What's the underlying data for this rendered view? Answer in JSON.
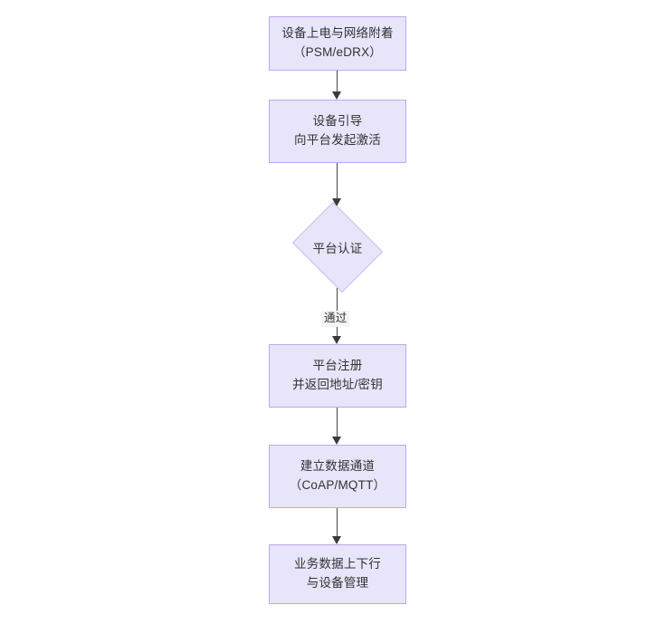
{
  "diagram": {
    "type": "flowchart",
    "orientation": "top-to-bottom",
    "theme": {
      "node_fill": "#e8e4fa",
      "node_border": "#c0a8e8",
      "text_color": "#333333",
      "connector_color": "#454545",
      "arrow_color": "#3b3b3b",
      "edge_label_background": "#f4f4f4",
      "canvas_background": "#ffffff"
    },
    "nodes": [
      {
        "id": "power",
        "shape": "rectangle",
        "lines": [
          "设备上电与网络附着",
          "（PSM/eDRX）"
        ]
      },
      {
        "id": "bootstrap",
        "shape": "rectangle",
        "lines": [
          "设备引导",
          "向平台发起激活"
        ]
      },
      {
        "id": "auth",
        "shape": "diamond",
        "lines": [
          "平台认证"
        ]
      },
      {
        "id": "register",
        "shape": "rectangle",
        "lines": [
          "平台注册",
          "并返回地址/密钥"
        ]
      },
      {
        "id": "channel",
        "shape": "rectangle",
        "lines": [
          "建立数据通道",
          "（CoAP/MQTT）"
        ]
      },
      {
        "id": "business",
        "shape": "rectangle",
        "lines": [
          "业务数据上下行",
          "与设备管理"
        ]
      }
    ],
    "edges": [
      {
        "from": "power",
        "to": "bootstrap",
        "label": ""
      },
      {
        "from": "bootstrap",
        "to": "auth",
        "label": ""
      },
      {
        "from": "auth",
        "to": "register",
        "label": "通过"
      },
      {
        "from": "register",
        "to": "channel",
        "label": ""
      },
      {
        "from": "channel",
        "to": "business",
        "label": ""
      }
    ]
  }
}
